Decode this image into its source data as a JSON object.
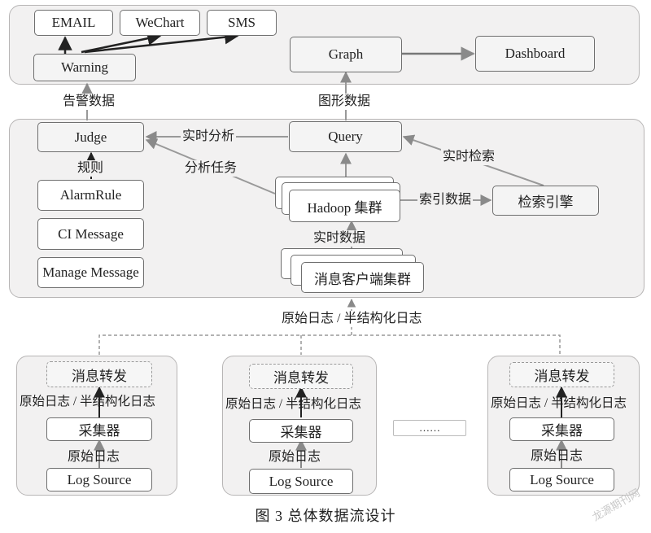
{
  "top_panel": {
    "email": "EMAIL",
    "wechart": "WeChart",
    "sms": "SMS",
    "warning": "Warning",
    "graph": "Graph",
    "dashboard": "Dashboard"
  },
  "edge_labels": {
    "alarm_data": "告警数据",
    "graph_data": "图形数据",
    "realtime_analysis": "实时分析",
    "analysis_task": "分析任务",
    "rules": "规则",
    "realtime_search": "实时检索",
    "index_data": "索引数据",
    "realtime_data": "实时数据",
    "raw_semistructured_logs": "原始日志 / 半结构化日志"
  },
  "middle_panel": {
    "judge": "Judge",
    "query": "Query",
    "alarm_rule": "AlarmRule",
    "ci_message": "CI Message",
    "manage_message": "Manage Message",
    "hadoop_cluster": "Hadoop 集群",
    "search_engine": "检索引擎",
    "message_client_cluster": "消息客户端集群"
  },
  "sources": [
    {
      "forward": "消息转发",
      "upper_label": "原始日志 / 半结构化日志",
      "collector": "采集器",
      "lower_label": "原始日志",
      "source": "Log Source"
    },
    {
      "forward": "消息转发",
      "upper_label": "原始日志 / 半结构化日志",
      "collector": "采集器",
      "lower_label": "原始日志",
      "source": "Log Source"
    },
    {
      "forward": "消息转发",
      "upper_label": "原始日志 / 半结构化日志",
      "collector": "采集器",
      "lower_label": "原始日志",
      "source": "Log Source"
    }
  ],
  "ellipsis": "……",
  "caption": "图 3   总体数据流设计",
  "watermark": "龙源期刊网"
}
